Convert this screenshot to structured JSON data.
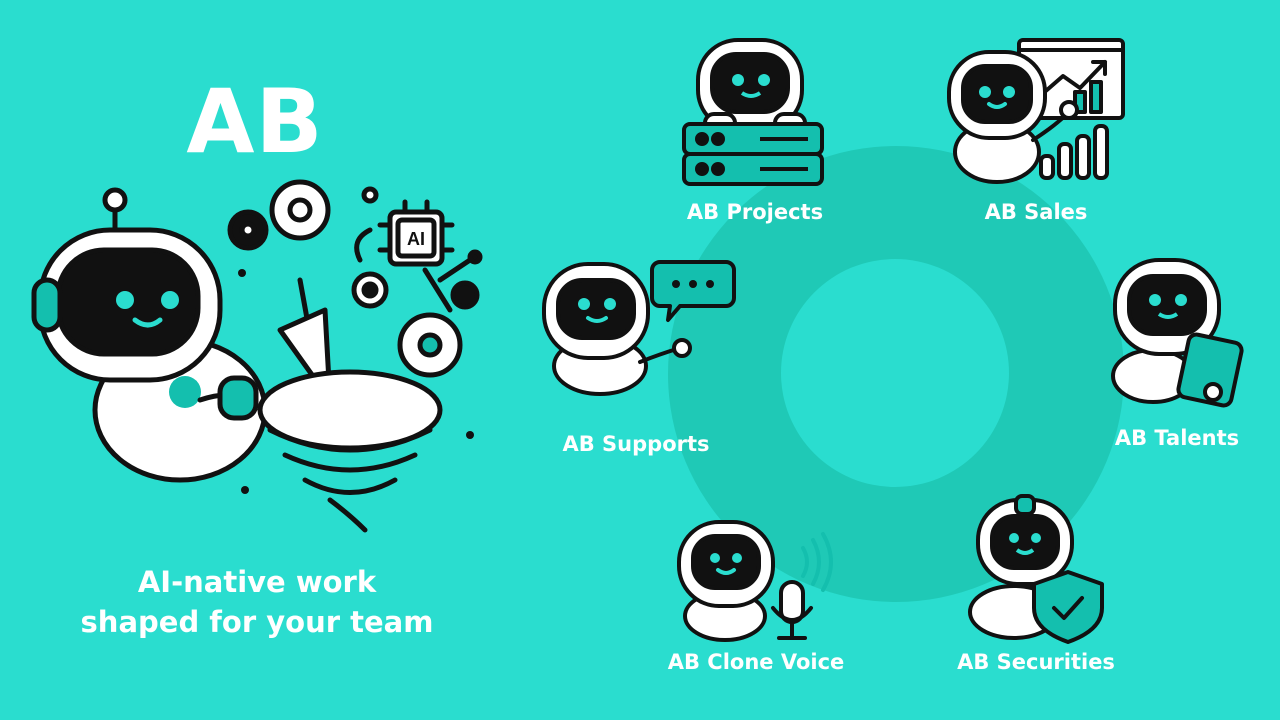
{
  "brand": {
    "title": "AB"
  },
  "tagline": {
    "line1": "AI-native work",
    "line2": "shaped for your team"
  },
  "hero": {
    "chip_text": "AI"
  },
  "products": [
    {
      "id": "projects",
      "label": "AB Projects",
      "icon": "server-icon"
    },
    {
      "id": "sales",
      "label": "AB Sales",
      "icon": "growth-chart-icon"
    },
    {
      "id": "supports",
      "label": "AB Supports",
      "icon": "chat-bubble-icon"
    },
    {
      "id": "talents",
      "label": "AB Talents",
      "icon": "tablet-icon"
    },
    {
      "id": "clone-voice",
      "label": "AB Clone Voice",
      "icon": "microphone-icon"
    },
    {
      "id": "securities",
      "label": "AB Securities",
      "icon": "shield-check-icon"
    }
  ],
  "colors": {
    "background": "#2ADDCF",
    "ring": "#1FC9B6",
    "accent": "#14BFAE",
    "ink": "#111111"
  }
}
